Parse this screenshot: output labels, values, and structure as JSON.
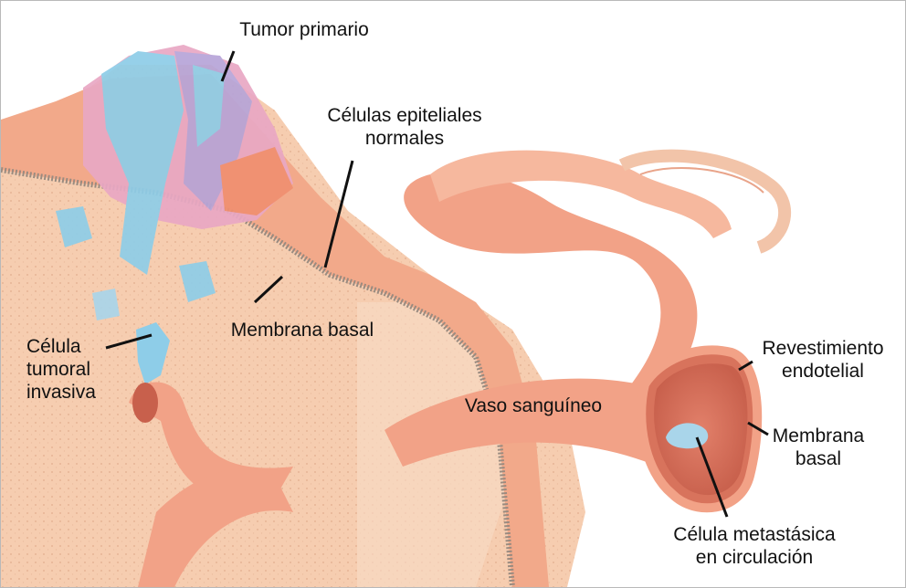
{
  "labels": {
    "tumor_primario": "Tumor primario",
    "celulas_epiteliales": "Células epiteliales\nnormales",
    "membrana_basal_main": "Membrana basal",
    "celula_tumoral": "Célula\ntumoral\ninvasiva",
    "vaso_sanguineo": "Vaso sanguíneo",
    "revestimiento": "Revestimiento\nendotelial",
    "membrana_basal_vessel": "Membrana\nbasal",
    "celula_metastasica": "Célula metastásica\nen circulación"
  },
  "colors": {
    "tissue": "#f6cdb0",
    "tissue_speckle": "#e7b495",
    "epithelium": "#f2a98a",
    "vessel": "#f2a287",
    "vessel_dark": "#d8735c",
    "tumor_blue": "#8ecde8",
    "tumor_pink": "#e9a8c4",
    "tumor_lilac": "#b7a4d8",
    "basement_membrane": "#9a8b80",
    "leader_line": "#111111"
  }
}
